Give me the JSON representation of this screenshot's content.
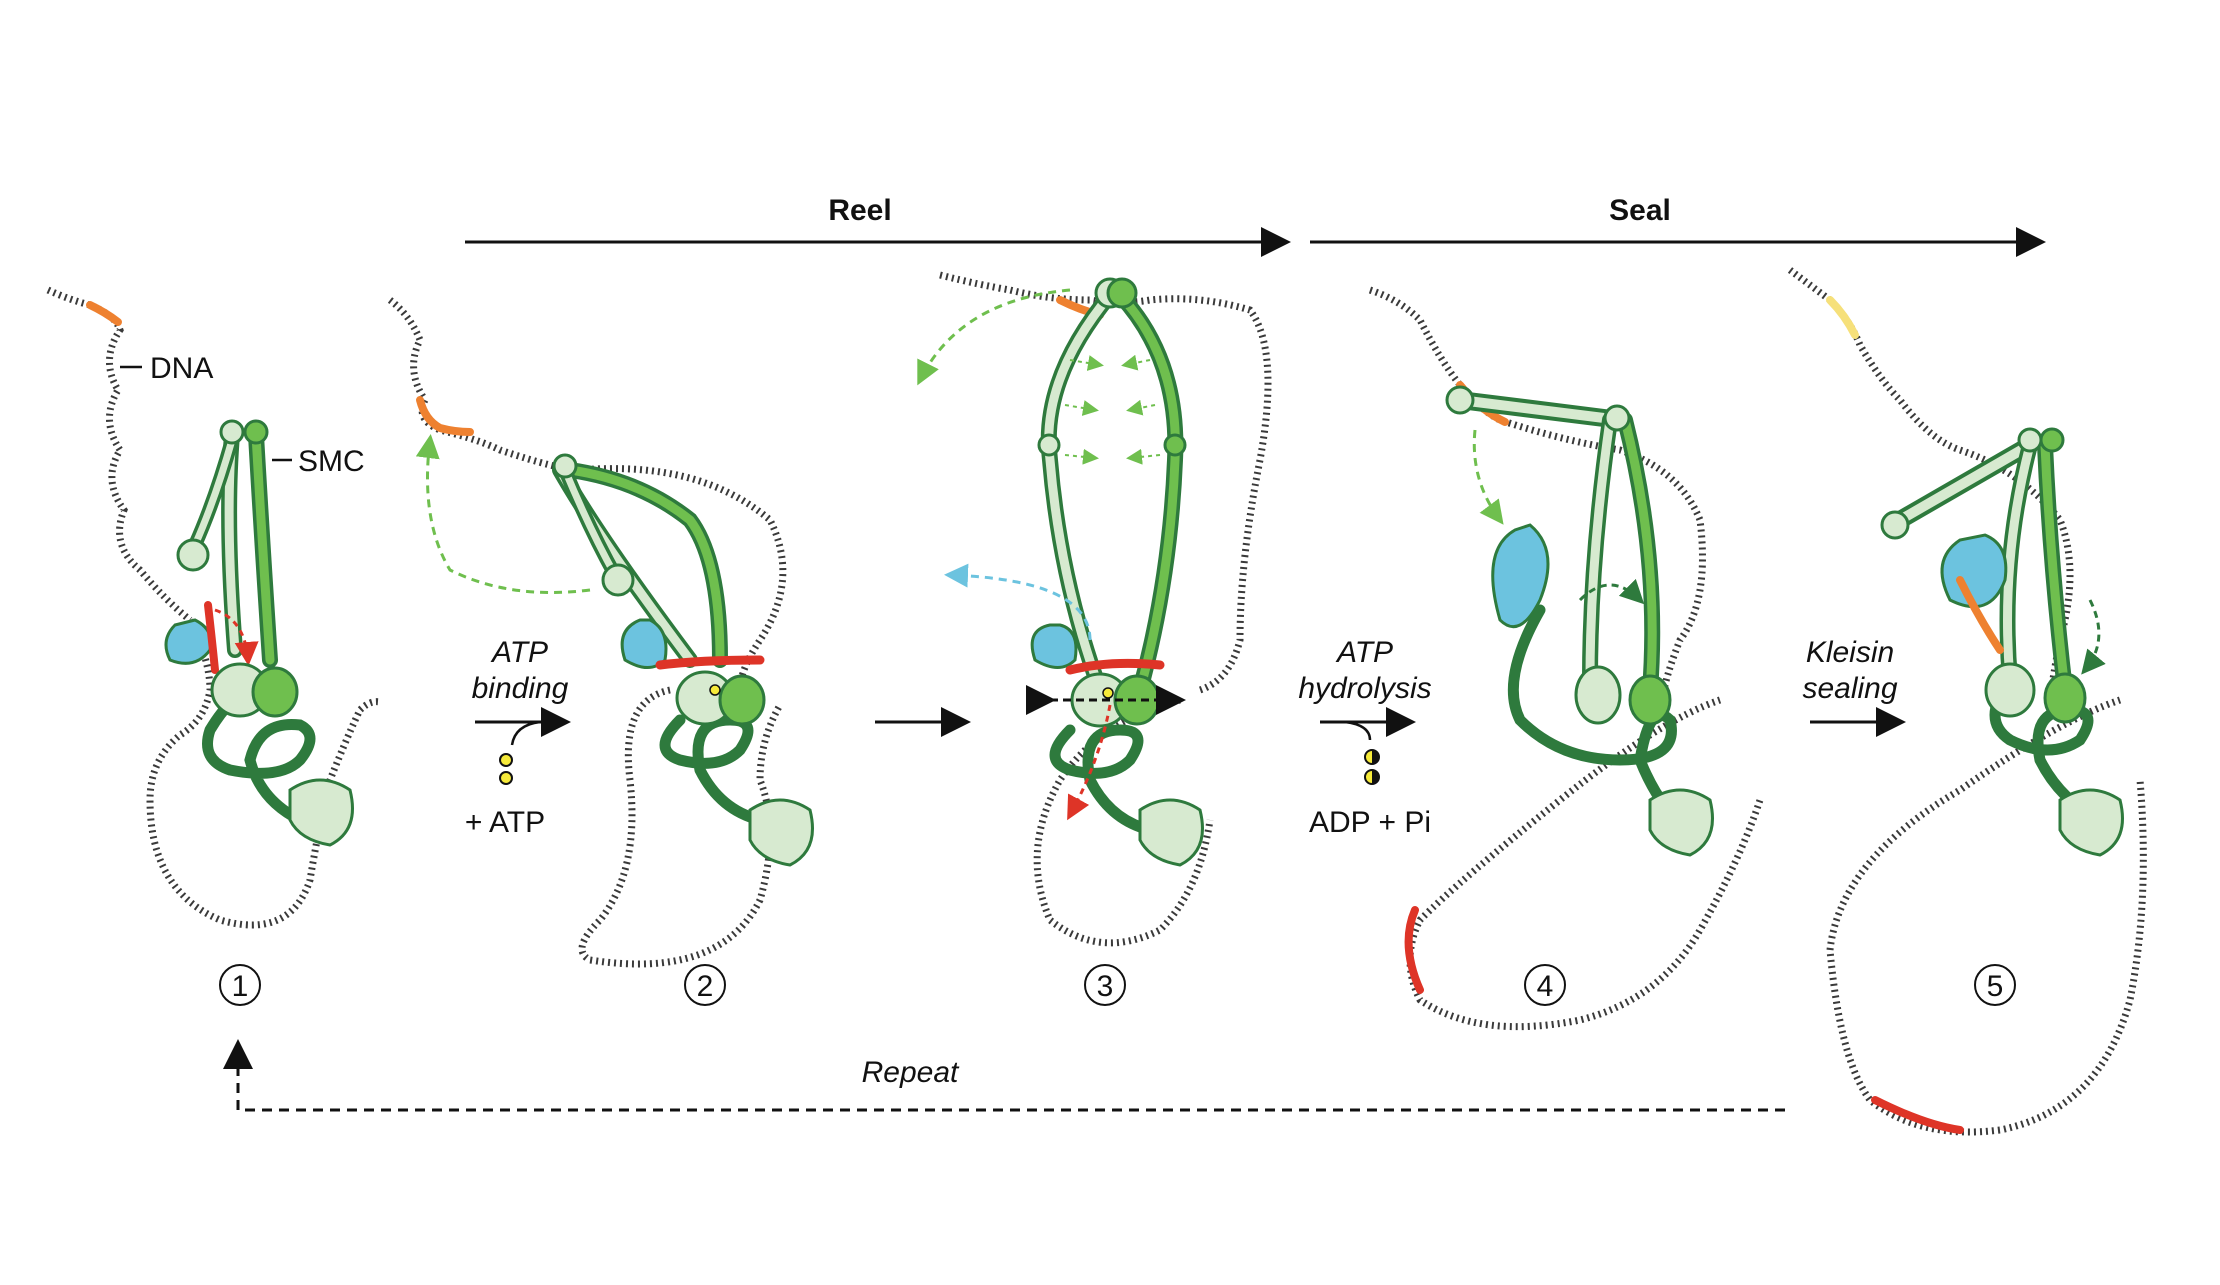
{
  "phases": {
    "reel": "Reel",
    "seal": "Seal"
  },
  "labels": {
    "dna": "DNA",
    "smc": "SMC"
  },
  "transitions": {
    "atp_binding_1": "ATP",
    "atp_binding_2": "binding",
    "plus_atp": "+ ATP",
    "atp_hydrolysis_1": "ATP",
    "atp_hydrolysis_2": "hydrolysis",
    "adp_pi": "ADP + Pi",
    "kleisin_1": "Kleisin",
    "kleisin_2": "sealing"
  },
  "steps": [
    "1",
    "2",
    "3",
    "4",
    "5"
  ],
  "repeat": "Repeat",
  "colors": {
    "dna": "#3a3a3a",
    "smc_light": "#d7ead0",
    "smc_mid": "#6fbf4e",
    "kleisin_dark": "#2e7a3d",
    "hawk_blue": "#6cc3df",
    "site_orange": "#ee8130",
    "site_red": "#de3427",
    "site_yellow": "#f6e07a",
    "atp_yellow": "#f6ea3a"
  }
}
